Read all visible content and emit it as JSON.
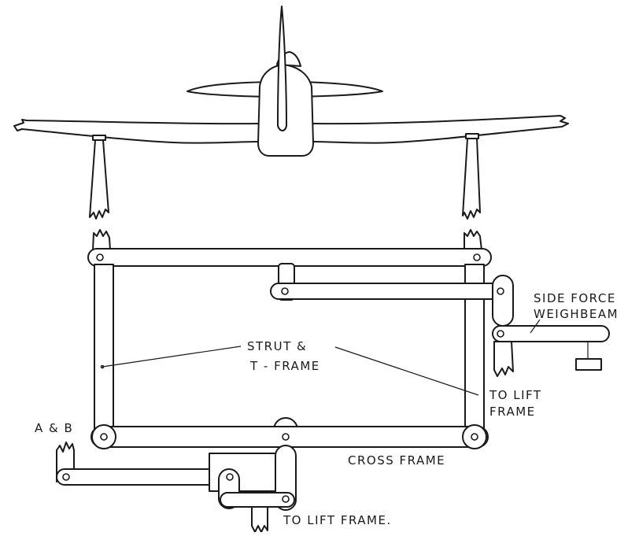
{
  "labels": {
    "strut_line1": "STRUT &",
    "strut_line2": "T - FRAME",
    "side_force_line1": "SIDE FORCE",
    "side_force_line2": "WEIGHBEAM",
    "to_lift_line1": "TO LIFT",
    "to_lift_line2": "FRAME",
    "cross_frame": "CROSS FRAME",
    "a_and_b": "A & B",
    "to_lift_frame_bottom": "TO LIFT FRAME."
  },
  "colors": {
    "ink": "#1a1a1a",
    "paper": "#ffffff"
  }
}
